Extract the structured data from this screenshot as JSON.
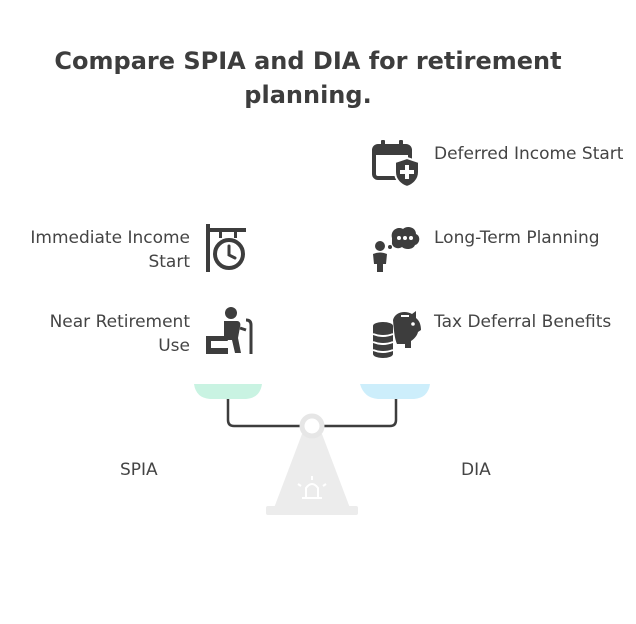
{
  "title": "Compare SPIA and DIA for retirement planning.",
  "left": {
    "name": "SPIA",
    "color": "#c9f3e2",
    "items": [
      {
        "label": "Immediate Income Start",
        "icon": "sign-clock-icon"
      },
      {
        "label": "Near Retirement Use",
        "icon": "elderly-person-icon"
      }
    ]
  },
  "right": {
    "name": "DIA",
    "color": "#cdeefb",
    "items": [
      {
        "label": "Deferred Income Start",
        "icon": "calendar-plus-icon"
      },
      {
        "label": "Long-Term Planning",
        "icon": "person-thinking-icon"
      },
      {
        "label": "Tax Deferral Benefits",
        "icon": "piggy-bank-coins-icon"
      }
    ]
  }
}
